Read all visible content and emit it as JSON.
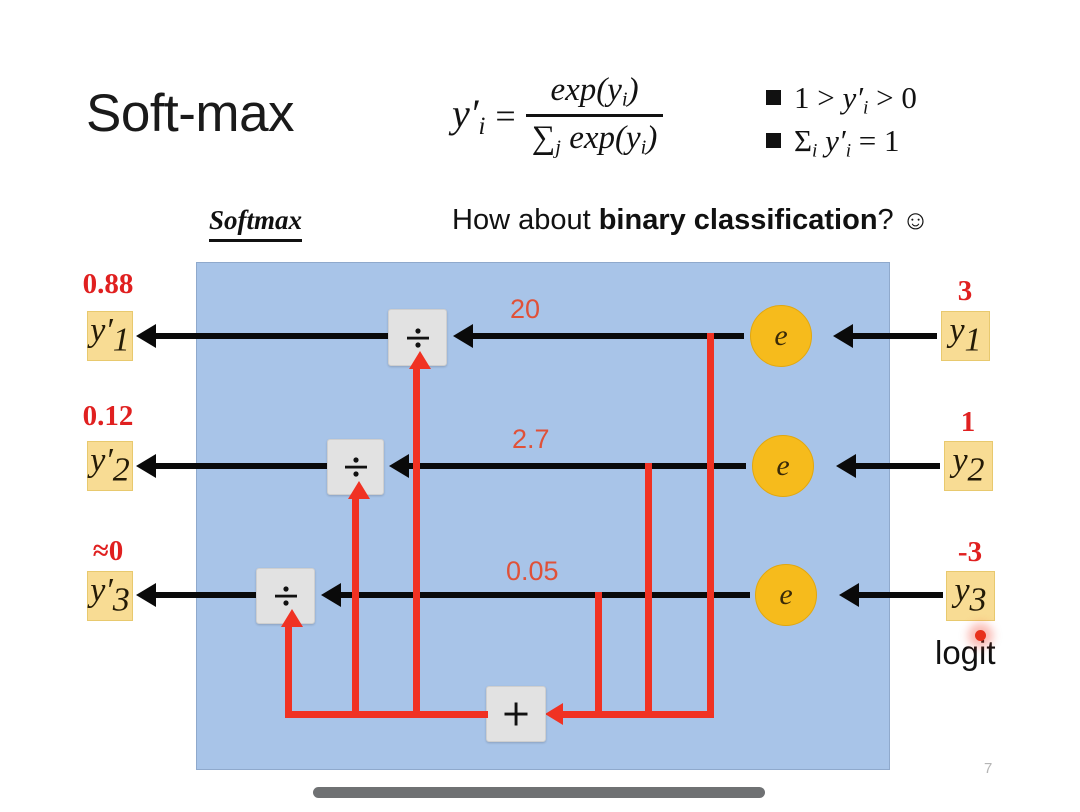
{
  "slide": {
    "title": "Soft-max",
    "page_number": "7"
  },
  "formula": {
    "lhs": "y",
    "lhs_sub": "i",
    "lhs_prime": "′",
    "equals": "=",
    "numerator": "exp(y",
    "numerator_sub": "i",
    "numerator_tail": ")",
    "denominator_sigma": "∑",
    "denominator_sigma_sub": "j",
    "denominator_body": "exp(y",
    "denominator_sub": "i",
    "denominator_tail": ")"
  },
  "properties": [
    {
      "text": "1 > y",
      "sub": "i",
      "prime": "′",
      "tail": " > 0"
    },
    {
      "text": "∑",
      "sub": "i",
      "prime": "′",
      "tail": " = 1"
    }
  ],
  "property_lines": {
    "first": "1 > y′i > 0",
    "second": "∑i y′i = 1"
  },
  "subheader": {
    "section_label": "Softmax",
    "question_prefix": "How about ",
    "question_bold": "binary classification",
    "question_suffix": "? ",
    "smiley": "☺"
  },
  "diagram": {
    "panel_color": "#a8c4e8",
    "outputs": [
      {
        "value": "0.88",
        "label_base": "y",
        "label_sub": "1",
        "prime": "′"
      },
      {
        "value": "0.12",
        "label_base": "y",
        "label_sub": "2",
        "prime": "′"
      },
      {
        "value": "≈0",
        "label_base": "y",
        "label_sub": "3",
        "prime": "′"
      }
    ],
    "inputs": [
      {
        "value": "3",
        "label_base": "y",
        "label_sub": "1"
      },
      {
        "value": "1",
        "label_base": "y",
        "label_sub": "2"
      },
      {
        "value": "-3",
        "label_base": "y",
        "label_sub": "3"
      }
    ],
    "exp_nodes": [
      {
        "glyph": "e"
      },
      {
        "glyph": "e"
      },
      {
        "glyph": "e"
      }
    ],
    "flow_values": [
      "20",
      "2.7",
      "0.05"
    ],
    "divide_glyph": "÷",
    "sum_glyph": "+",
    "input_caption": "logit",
    "accent_red": "#f03223",
    "accent_orange": "#f6bb1c",
    "box_yellow": "#f8dc94"
  }
}
